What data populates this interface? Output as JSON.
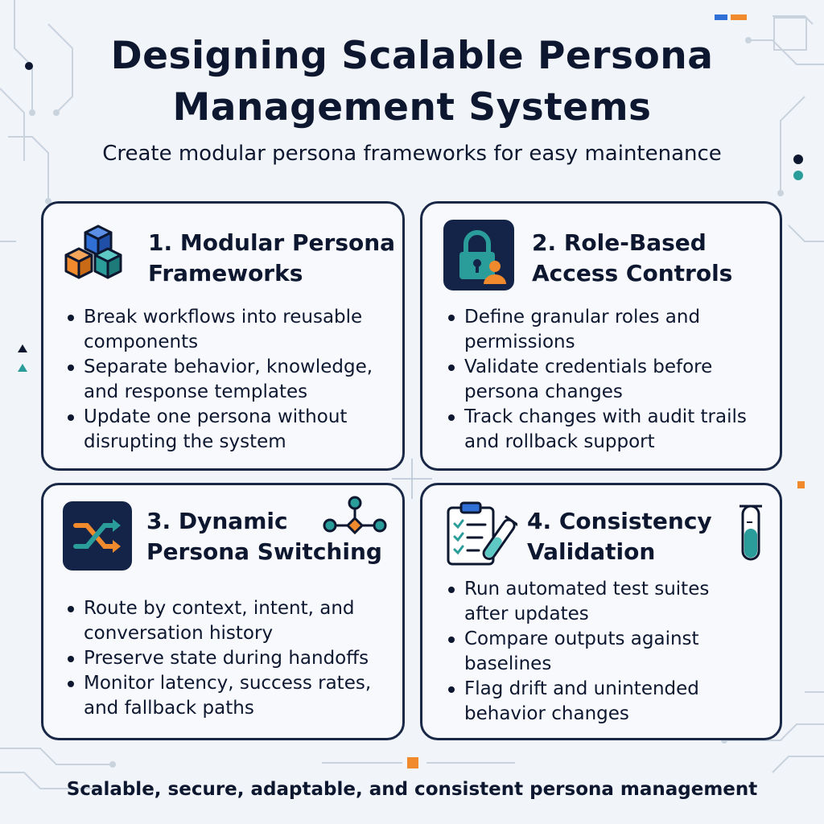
{
  "header": {
    "title_line1": "Designing Scalable Persona",
    "title_line2": "Management Systems",
    "subtitle": "Create modular persona frameworks for easy maintenance"
  },
  "cards": [
    {
      "title_line1": "1. Modular Persona",
      "title_line2": "Frameworks",
      "icon": "stacked-cubes-icon",
      "bullets": [
        {
          "line1": "Break workflows into reusable",
          "line2": "components"
        },
        {
          "line1": "Separate behavior, knowledge,",
          "line2": "and response templates"
        },
        {
          "line1": "Update one persona without",
          "line2": "disrupting the system"
        }
      ]
    },
    {
      "title_line1": "2. Role-Based",
      "title_line2": "Access Controls",
      "icon": "lock-user-icon",
      "bullets": [
        {
          "line1": "Define granular roles and",
          "line2": "permissions"
        },
        {
          "line1": "Validate credentials before",
          "line2": "persona changes"
        },
        {
          "line1": "Track changes with audit trails",
          "line2": "and rollback support"
        }
      ]
    },
    {
      "title_line1": "3. Dynamic",
      "title_line2": "Persona Switching",
      "icon": "shuffle-arrows-icon",
      "secondary_icon": "node-network-icon",
      "bullets": [
        {
          "line1": "Route by context, intent, and",
          "line2": "conversation history"
        },
        {
          "line1": "Preserve state during handoffs",
          "line2": ""
        },
        {
          "line1": "Monitor latency, success rates,",
          "line2": "and fallback paths"
        }
      ]
    },
    {
      "title_line1": "4. Consistency",
      "title_line2": "Validation",
      "icon": "clipboard-checklist-icon",
      "secondary_icon": "test-tube-icon",
      "bullets": [
        {
          "line1": "Run automated test suites",
          "line2": "after updates"
        },
        {
          "line1": "Compare outputs against",
          "line2": "baselines"
        },
        {
          "line1": "Flag drift and unintended",
          "line2": "behavior changes"
        }
      ]
    }
  ],
  "footer": "Scalable, secure, adaptable, and consistent persona management",
  "colors": {
    "navy": "#0d1730",
    "blue": "#2f6fd6",
    "teal": "#2a9d9a",
    "orange": "#f08a2c",
    "background": "#f1f4f8"
  }
}
